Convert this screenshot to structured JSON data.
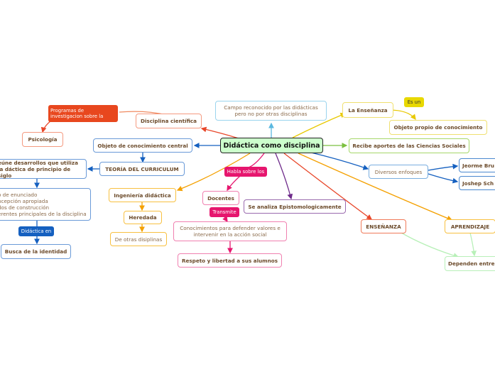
{
  "center": "Didáctica como disciplina",
  "nodes": {
    "campo": "Campo reconocido por las didácticas pero no por otras disciplinas",
    "ensenanza_top": "La Enseñanza",
    "objeto_propio": "Objeto propio de conocimiento",
    "recibe_aportes": "Recibe aportes de las Ciencias Sociales",
    "diversos": "Diversos enfoques",
    "jeorme": "Jeorme Bru",
    "joshep": "Joshep Sch",
    "ensenanza": "ENSEÑANZA",
    "aprendizaje": "APRENDIZAJE",
    "dependen": "Dependen entre",
    "disciplina_cientifica": "Disciplina científica",
    "psicologia": "Psicología",
    "objeto_central": "Objeto de conocimiento central",
    "teoria": "TEORÍA DEL CURRICULUM",
    "reune": "eúne desarrollos que utiliza la dáctica de principio de siglo",
    "enunciado": "o de enunciado\nncepción apropiada\ndos de construcción\nerentes principales de la disciplina",
    "busca": "Busca de la identidad",
    "ingenieria": "Ingeniería didáctica",
    "heredada": "Heredada",
    "otras": "De otras disiplinas",
    "docentes": "Docentes",
    "conocimientos": "Conocimientos para defender valores e intervenir en la acción social",
    "respeto": "Respeto y libertad a sus alumnos",
    "epistemologica": "Se analiza Epistomologicamente"
  },
  "labels": {
    "es_un": "Es un",
    "programas": "Programas de investigacion sobre la",
    "didactica_en": "Didáctica en",
    "habla": "Habla sobre los",
    "transmite": "Transmite"
  },
  "colors": {
    "center_fill": "#ccffcc",
    "blue": "#1560c0",
    "orange": "#f4a000",
    "red": "#e8472a",
    "pink": "#e6166e",
    "purple": "#6e2a8a",
    "green": "#7cc040",
    "lightblue": "#5ab8e0",
    "lightgreen": "#b8f0b8",
    "yellow": "#e8d800",
    "salmon": "#f08a60"
  }
}
